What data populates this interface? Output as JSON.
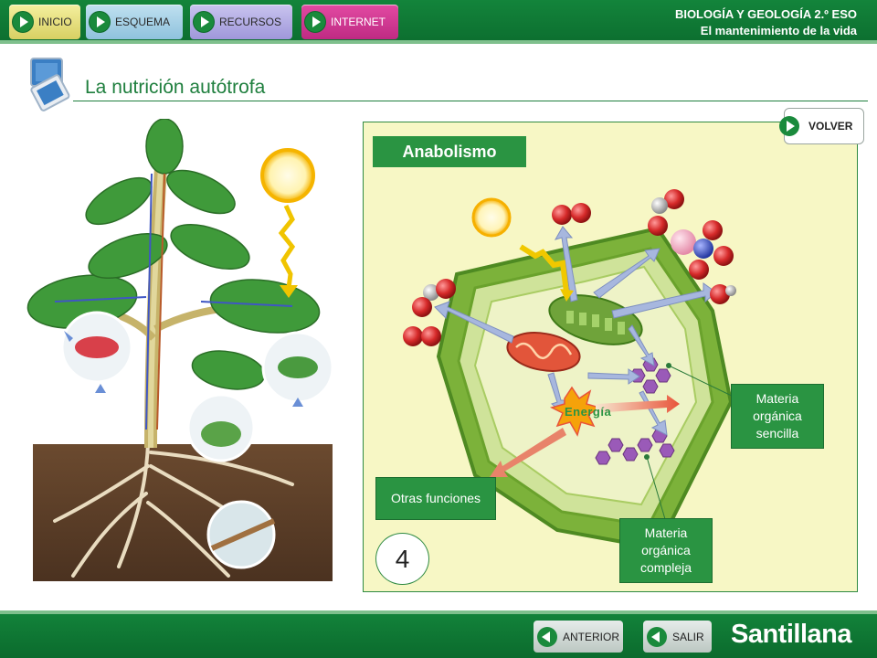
{
  "nav": {
    "inicio": "INICIO",
    "esquema": "ESQUEMA",
    "recursos": "RECURSOS",
    "internet": "INTERNET"
  },
  "course": {
    "title": "BIOLOGÍA Y GEOLOGÍA 2.º ESO",
    "subtitle": "El mantenimiento de la vida"
  },
  "page": {
    "title": "La nutrición autótrofa"
  },
  "panel": {
    "heading": "Anabolismo",
    "back_label": "VOLVER",
    "energy": "Energía",
    "simple_matter": [
      "Materia",
      "orgánica",
      "sencilla"
    ],
    "complex_matter": [
      "Materia",
      "orgánica",
      "compleja"
    ],
    "other_functions": "Otras funciones",
    "step": "4"
  },
  "footer": {
    "prev_label": "ANTERIOR",
    "exit_label": "SALIR",
    "brand": "Santillana"
  },
  "colors": {
    "brand_green": "#13843b",
    "panel_bg": "#f7f7c5",
    "label_green": "#2a9442",
    "internet_pink": "#e24aa2"
  }
}
